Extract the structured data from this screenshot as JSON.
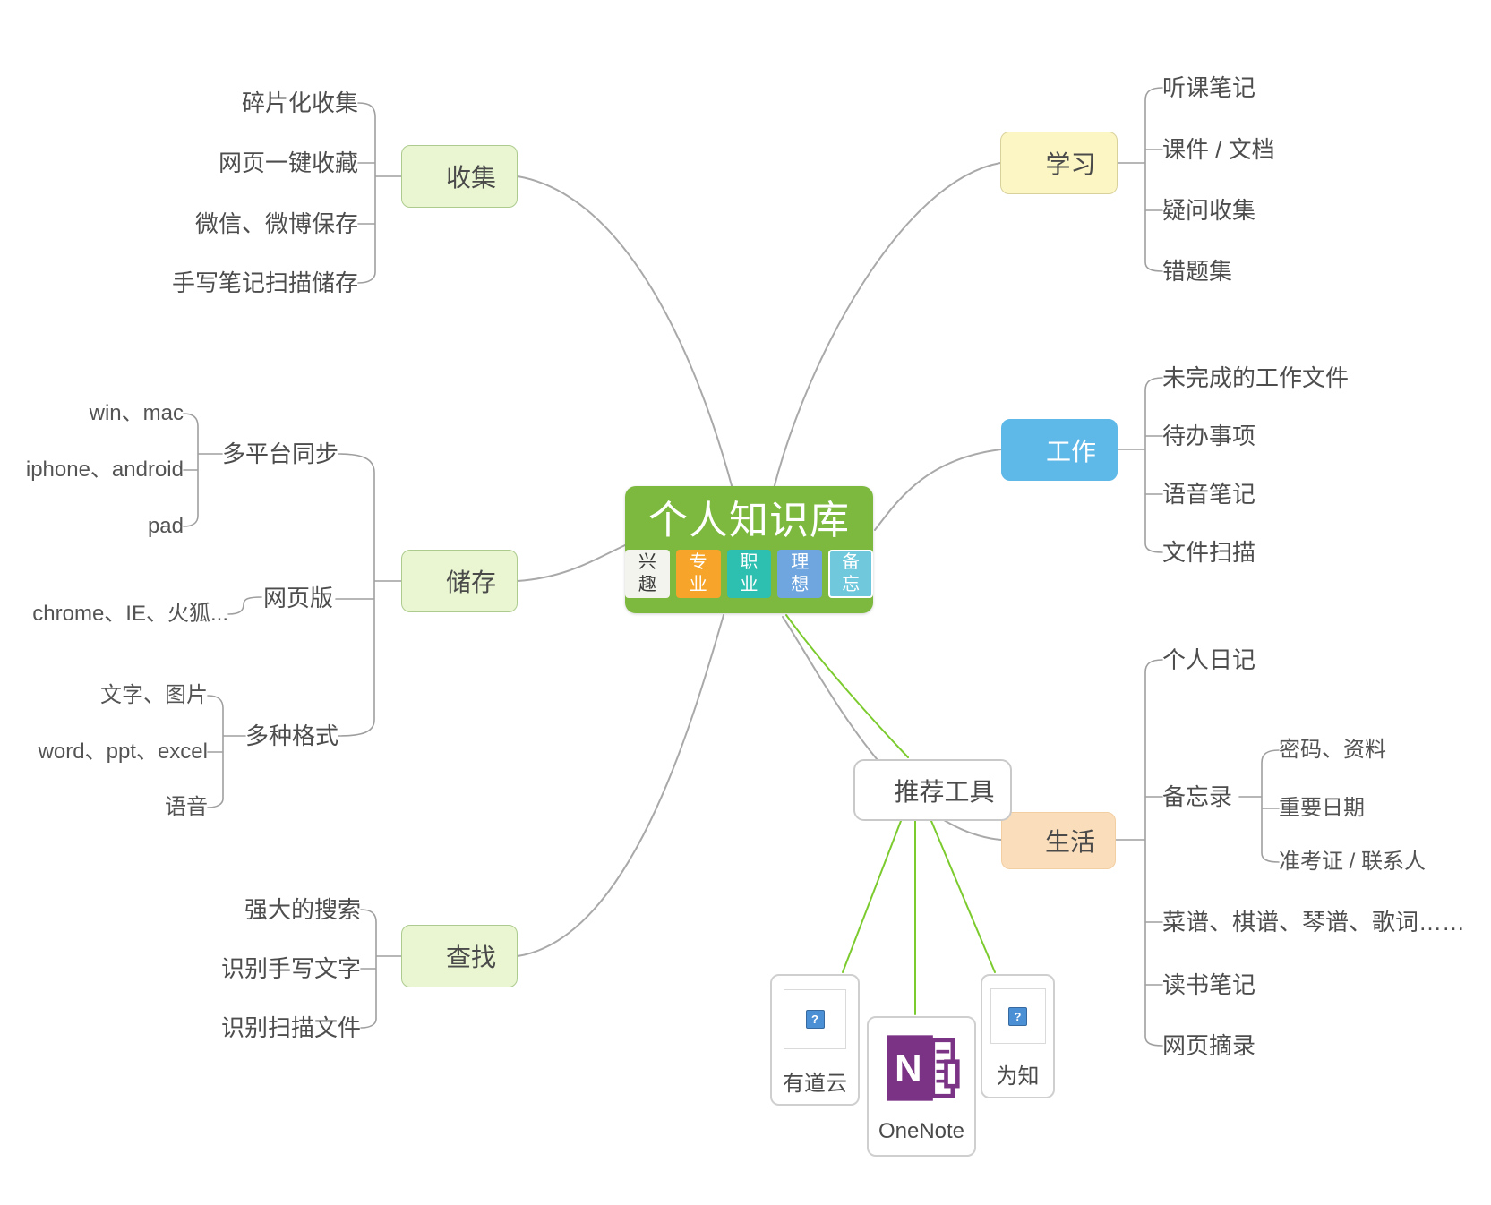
{
  "root": {
    "title": "个人知识库",
    "tags": [
      "兴趣",
      "专业",
      "职业",
      "理想",
      "备忘"
    ]
  },
  "branches": {
    "collect": {
      "label": "收集",
      "items": [
        "碎片化收集",
        "网页一键收藏",
        "微信、微博保存",
        "手写笔记扫描储存"
      ]
    },
    "study": {
      "label": "学习",
      "items": [
        "听课笔记",
        "课件 / 文档",
        "疑问收集",
        "错题集"
      ]
    },
    "work": {
      "label": "工作",
      "items": [
        "未完成的工作文件",
        "待办事项",
        "语音笔记",
        "文件扫描"
      ]
    },
    "store": {
      "label": "储存",
      "groups": [
        {
          "label": "多平台同步",
          "children": [
            "win、mac",
            "iphone、android",
            "pad"
          ]
        },
        {
          "label": "网页版",
          "children": [
            "chrome、IE、火狐..."
          ]
        },
        {
          "label": "多种格式",
          "children": [
            "文字、图片",
            "word、ppt、excel",
            "语音"
          ]
        }
      ]
    },
    "search": {
      "label": "查找",
      "items": [
        "强大的搜索",
        "识别手写文字",
        "识别扫描文件"
      ]
    },
    "life": {
      "label": "生活",
      "items": [
        "个人日记",
        "备忘录",
        "菜谱、棋谱、琴谱、歌词……",
        "读书笔记",
        "网页摘录"
      ],
      "memo_children": [
        "密码、资料",
        "重要日期",
        "准考证 / 联系人"
      ]
    },
    "tools": {
      "label": "推荐工具",
      "apps": [
        {
          "name": "有道云"
        },
        {
          "name": "OneNote"
        },
        {
          "name": "为知"
        }
      ]
    }
  },
  "icons": {
    "broken_image_glyph": "?",
    "onenote_letter": "N"
  },
  "colors": {
    "central_bg": "#7cb93e",
    "green_node_bg": "#e9f6d1",
    "yellow_node_bg": "#fbf6c3",
    "blue_node_bg": "#5fb9e8",
    "peach_node_bg": "#faddbb",
    "white_node_border": "#c9c9c9",
    "gray_line": "#a9a9a9",
    "green_line": "#7ccb2e",
    "tag_interest_bg": "#f4f4ee",
    "tag_major_bg": "#f7a42a",
    "tag_career_bg": "#2dbfb0",
    "tag_ideal_bg": "#6fa6df",
    "tag_memo_bg": "#6fc8dc",
    "onenote_purple": "#7b3485"
  }
}
